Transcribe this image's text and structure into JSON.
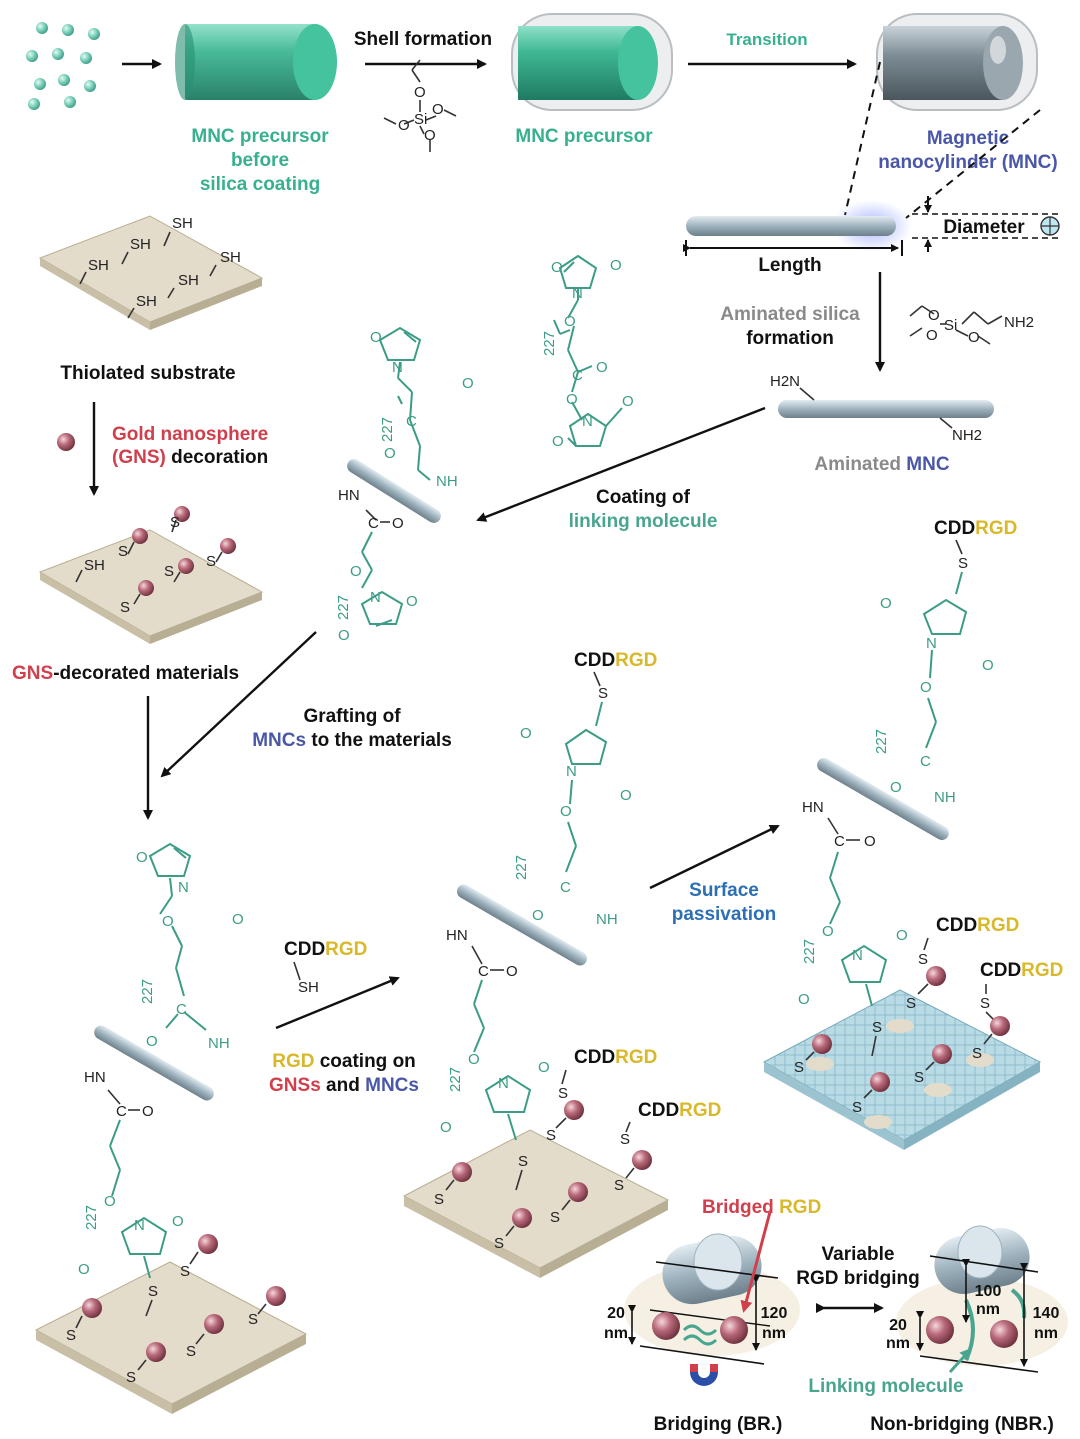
{
  "colors": {
    "teal": "#38b08f",
    "blue": "#4a57a8",
    "red": "#d0404c",
    "gold": "#d9b82a",
    "gray": "#8a8a8a",
    "chem": "#3c9c86",
    "passivation": "#2c6fb5"
  },
  "top_row": {
    "shell_formation": "Shell formation",
    "transition": "Transition",
    "mnc_before_1": "MNC precursor",
    "mnc_before_2": "before",
    "mnc_before_3": "silica coating",
    "mnc_precursor": "MNC precursor",
    "magnetic_1": "Magnetic",
    "magnetic_2": "nanocylinder (MNC)",
    "diameter": "Diameter",
    "length": "Length"
  },
  "silane": {
    "o": "O",
    "si": "Si",
    "nh2": "NH2"
  },
  "amination": {
    "step_1": "Aminated silica",
    "step_2": "formation",
    "h2n": "H2N",
    "nh2": "NH2",
    "result_prefix": "Aminated ",
    "result_mnc": "MNC"
  },
  "substrate": {
    "thiolated": "Thiolated substrate",
    "sh": "SH",
    "gns_1": "Gold nanosphere",
    "gns_2a": "(GNS)",
    "gns_2b": " decoration",
    "gns_materials_a": "GNS",
    "gns_materials_b": "-decorated materials",
    "s": "S"
  },
  "coating": {
    "coating_of": "Coating of",
    "linking_molecule": "linking molecule"
  },
  "chem": {
    "o": "O",
    "n": "N",
    "c": "C",
    "hn": "HN",
    "nh": "NH",
    "n227": "227",
    "s": "S"
  },
  "grafting": {
    "grafting_of": "Grafting of",
    "mncs": "MNCs",
    "to_materials": " to the materials"
  },
  "rgd": {
    "cdd": "CDD",
    "rgd": "RGD",
    "sh": "SH",
    "coating_on": " coating on",
    "gnss": "GNSs",
    "and": " and ",
    "mncs": "MNCs"
  },
  "passivation": {
    "line_1": "Surface",
    "line_2": "passivation"
  },
  "bridging": {
    "bridged": "Bridged ",
    "bridged_rgd": "RGD",
    "variable_1": "Variable",
    "variable_2": "RGD bridging",
    "br_20": "20",
    "br_nm": "nm",
    "br_120": "120",
    "nbr_100": "100",
    "nbr_20": "20",
    "nbr_140": "140",
    "linking": "Linking molecule",
    "br_label": "Bridging (BR.)",
    "nbr_label": "Non-bridging (NBR.)"
  }
}
